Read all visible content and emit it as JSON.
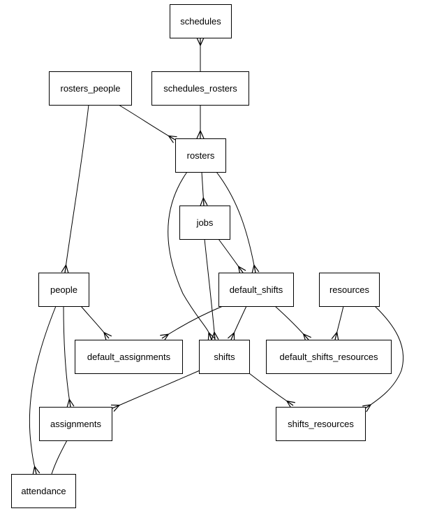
{
  "diagram": {
    "type": "entity-relationship",
    "nodes": [
      {
        "id": "schedules",
        "label": "schedules"
      },
      {
        "id": "schedules_rosters",
        "label": "schedules_rosters"
      },
      {
        "id": "rosters_people",
        "label": "rosters_people"
      },
      {
        "id": "rosters",
        "label": "rosters"
      },
      {
        "id": "jobs",
        "label": "jobs"
      },
      {
        "id": "people",
        "label": "people"
      },
      {
        "id": "default_shifts",
        "label": "default_shifts"
      },
      {
        "id": "resources",
        "label": "resources"
      },
      {
        "id": "default_assignments",
        "label": "default_assignments"
      },
      {
        "id": "shifts",
        "label": "shifts"
      },
      {
        "id": "default_shifts_resources",
        "label": "default_shifts_resources"
      },
      {
        "id": "assignments",
        "label": "assignments"
      },
      {
        "id": "shifts_resources",
        "label": "shifts_resources"
      },
      {
        "id": "attendance",
        "label": "attendance"
      }
    ],
    "edges": [
      {
        "from": "schedules_rosters",
        "to": "schedules",
        "marker": "crows-foot"
      },
      {
        "from": "schedules_rosters",
        "to": "rosters",
        "marker": "crows-foot"
      },
      {
        "from": "rosters_people",
        "to": "rosters",
        "marker": "crows-foot"
      },
      {
        "from": "rosters_people",
        "to": "people",
        "marker": "crows-foot"
      },
      {
        "from": "rosters",
        "to": "jobs",
        "marker": "crows-foot"
      },
      {
        "from": "rosters",
        "to": "default_shifts",
        "marker": "crows-foot"
      },
      {
        "from": "rosters",
        "to": "shifts",
        "marker": "crows-foot"
      },
      {
        "from": "jobs",
        "to": "default_shifts",
        "marker": "crows-foot"
      },
      {
        "from": "jobs",
        "to": "shifts",
        "marker": "crows-foot"
      },
      {
        "from": "default_shifts",
        "to": "shifts",
        "marker": "crows-foot"
      },
      {
        "from": "default_shifts",
        "to": "default_assignments",
        "marker": "crows-foot"
      },
      {
        "from": "default_shifts",
        "to": "default_shifts_resources",
        "marker": "crows-foot"
      },
      {
        "from": "resources",
        "to": "default_shifts_resources",
        "marker": "crows-foot"
      },
      {
        "from": "resources",
        "to": "shifts_resources",
        "marker": "crows-foot"
      },
      {
        "from": "people",
        "to": "default_assignments",
        "marker": "crows-foot"
      },
      {
        "from": "people",
        "to": "assignments",
        "marker": "crows-foot"
      },
      {
        "from": "people",
        "to": "attendance",
        "marker": "crows-foot"
      },
      {
        "from": "shifts",
        "to": "assignments",
        "marker": "crows-foot"
      },
      {
        "from": "shifts",
        "to": "shifts_resources",
        "marker": "crows-foot"
      },
      {
        "from": "assignments",
        "to": "attendance",
        "marker": "none"
      }
    ]
  }
}
